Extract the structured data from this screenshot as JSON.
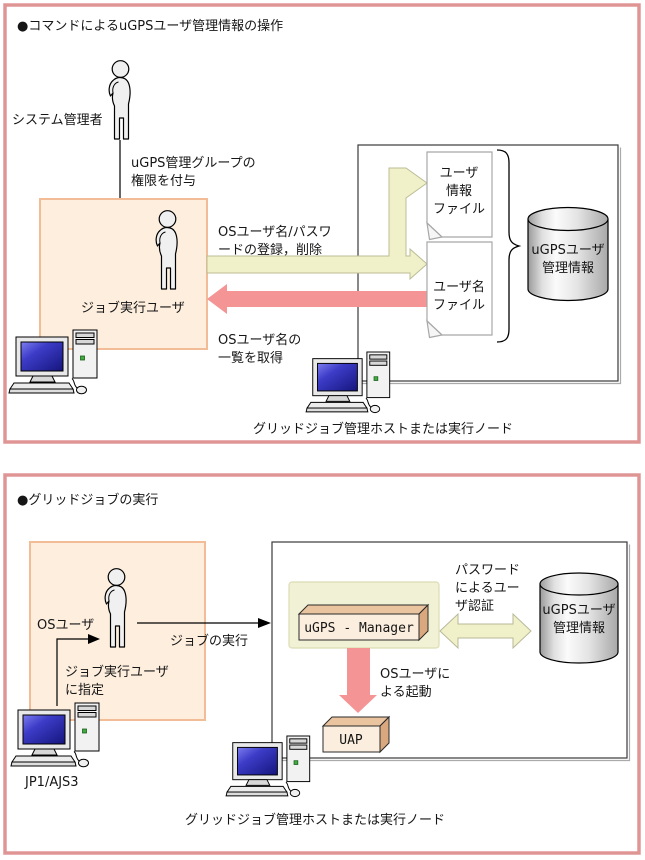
{
  "panel1": {
    "title": "●コマンドによるuGPSユーザ管理情報の操作",
    "system_admin_label": "システム管理者",
    "grant_permission": {
      "line1": "uGPS管理グループの",
      "line2": "権限を付与"
    },
    "job_exec_user_label": "ジョブ実行ユーザ",
    "register_delete": {
      "line1": "OSユーザ名/パスワ",
      "line2": "ードの登録，削除"
    },
    "get_list": {
      "line1": "OSユーザ名の",
      "line2": "一覧を取得"
    },
    "user_info_file": {
      "line1": "ユーザ",
      "line2": "情報",
      "line3": "ファイル"
    },
    "user_name_file": {
      "line1": "ユーザ名",
      "line2": "ファイル"
    },
    "ugps_user_mgmt_info": {
      "line1": "uGPSユーザ",
      "line2": "管理情報"
    },
    "host_label": "グリッドジョブ管理ホストまたは実行ノード"
  },
  "panel2": {
    "title": "●グリッドジョブの実行",
    "os_user_label": "OSユーザ",
    "job_execution_label": "ジョブの実行",
    "designate": {
      "line1": "ジョブ実行ユーザ",
      "line2": "に指定"
    },
    "jp1_ajs3_label": "JP1/AJS3",
    "ugps_manager_label": "uGPS - Manager",
    "password_auth": {
      "line1": "パスワード",
      "line2": "によるユー",
      "line3": "ザ認証"
    },
    "ugps_user_mgmt_info": {
      "line1": "uGPSユーザ",
      "line2": "管理情報"
    },
    "os_user_startup": {
      "line1": "OSユーザに",
      "line2": "よる起動"
    },
    "uap_label": "UAP",
    "host_label": "グリッドジョブ管理ホストまたは実行ノード"
  },
  "colors": {
    "panel_border": "#e09595",
    "highlight_box_fill": "#fdeede",
    "highlight_box_border": "#f2bd96",
    "yellow_arrow_fill": "#f0f1c8",
    "yellow_arrow_border": "#bcbc96",
    "pink_arrow": "#f49494",
    "manager_area_fill": "#f0f1d5",
    "box3d_front": "#fbeede",
    "box3d_top": "#eac49e",
    "box3d_side": "#d9a87e",
    "screen_blue_dark": "#15157d",
    "screen_blue_light": "#7d7df0",
    "cylinder_gray": "#ababab"
  }
}
